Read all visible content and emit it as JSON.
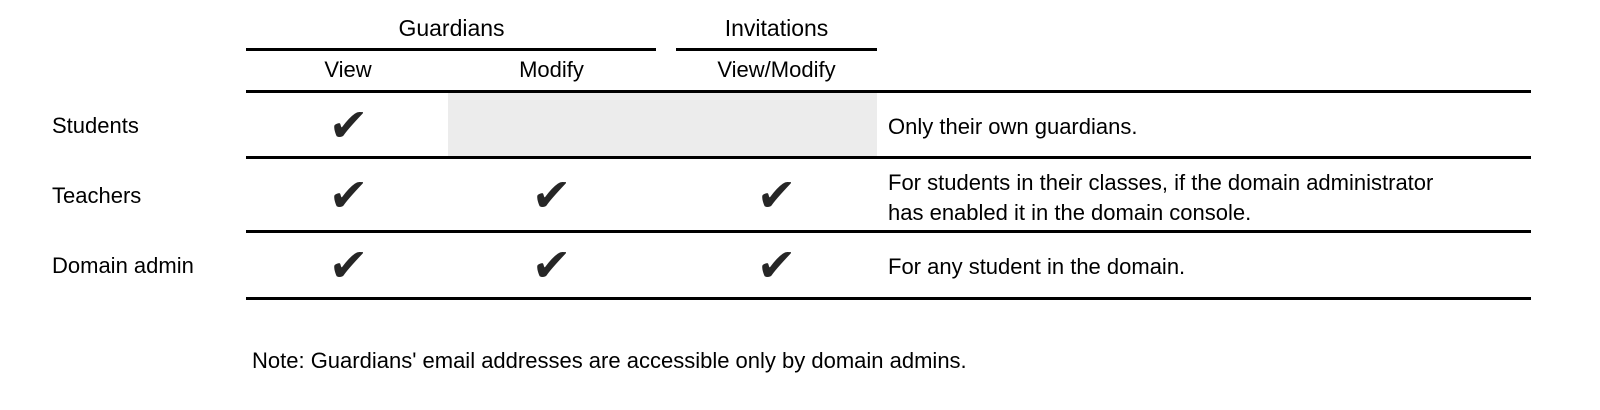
{
  "table": {
    "check_glyph": "✔",
    "groups": [
      {
        "label": "Guardians"
      },
      {
        "label": "Invitations"
      }
    ],
    "columns": [
      {
        "label": "View"
      },
      {
        "label": "Modify"
      },
      {
        "label": "View/Modify"
      }
    ],
    "rows": [
      {
        "label": "Students",
        "cells": {
          "view": true,
          "modify": false,
          "view_modify": false
        },
        "modify_disabled": true,
        "note": "Only their own guardians."
      },
      {
        "label": "Teachers",
        "cells": {
          "view": true,
          "modify": true,
          "view_modify": true
        },
        "modify_disabled": false,
        "note": "For students in their classes, if the domain administrator\nhas enabled it in the domain console."
      },
      {
        "label": "Domain admin",
        "cells": {
          "view": true,
          "modify": true,
          "view_modify": true
        },
        "modify_disabled": false,
        "note": "For any student in the domain."
      }
    ]
  },
  "footer_note": "Note: Guardians' email addresses are accessible only by domain admins.",
  "colors": {
    "text": "#000000",
    "line": "#000000",
    "disabled_cell_bg": "#ececec",
    "check": "#262626"
  }
}
